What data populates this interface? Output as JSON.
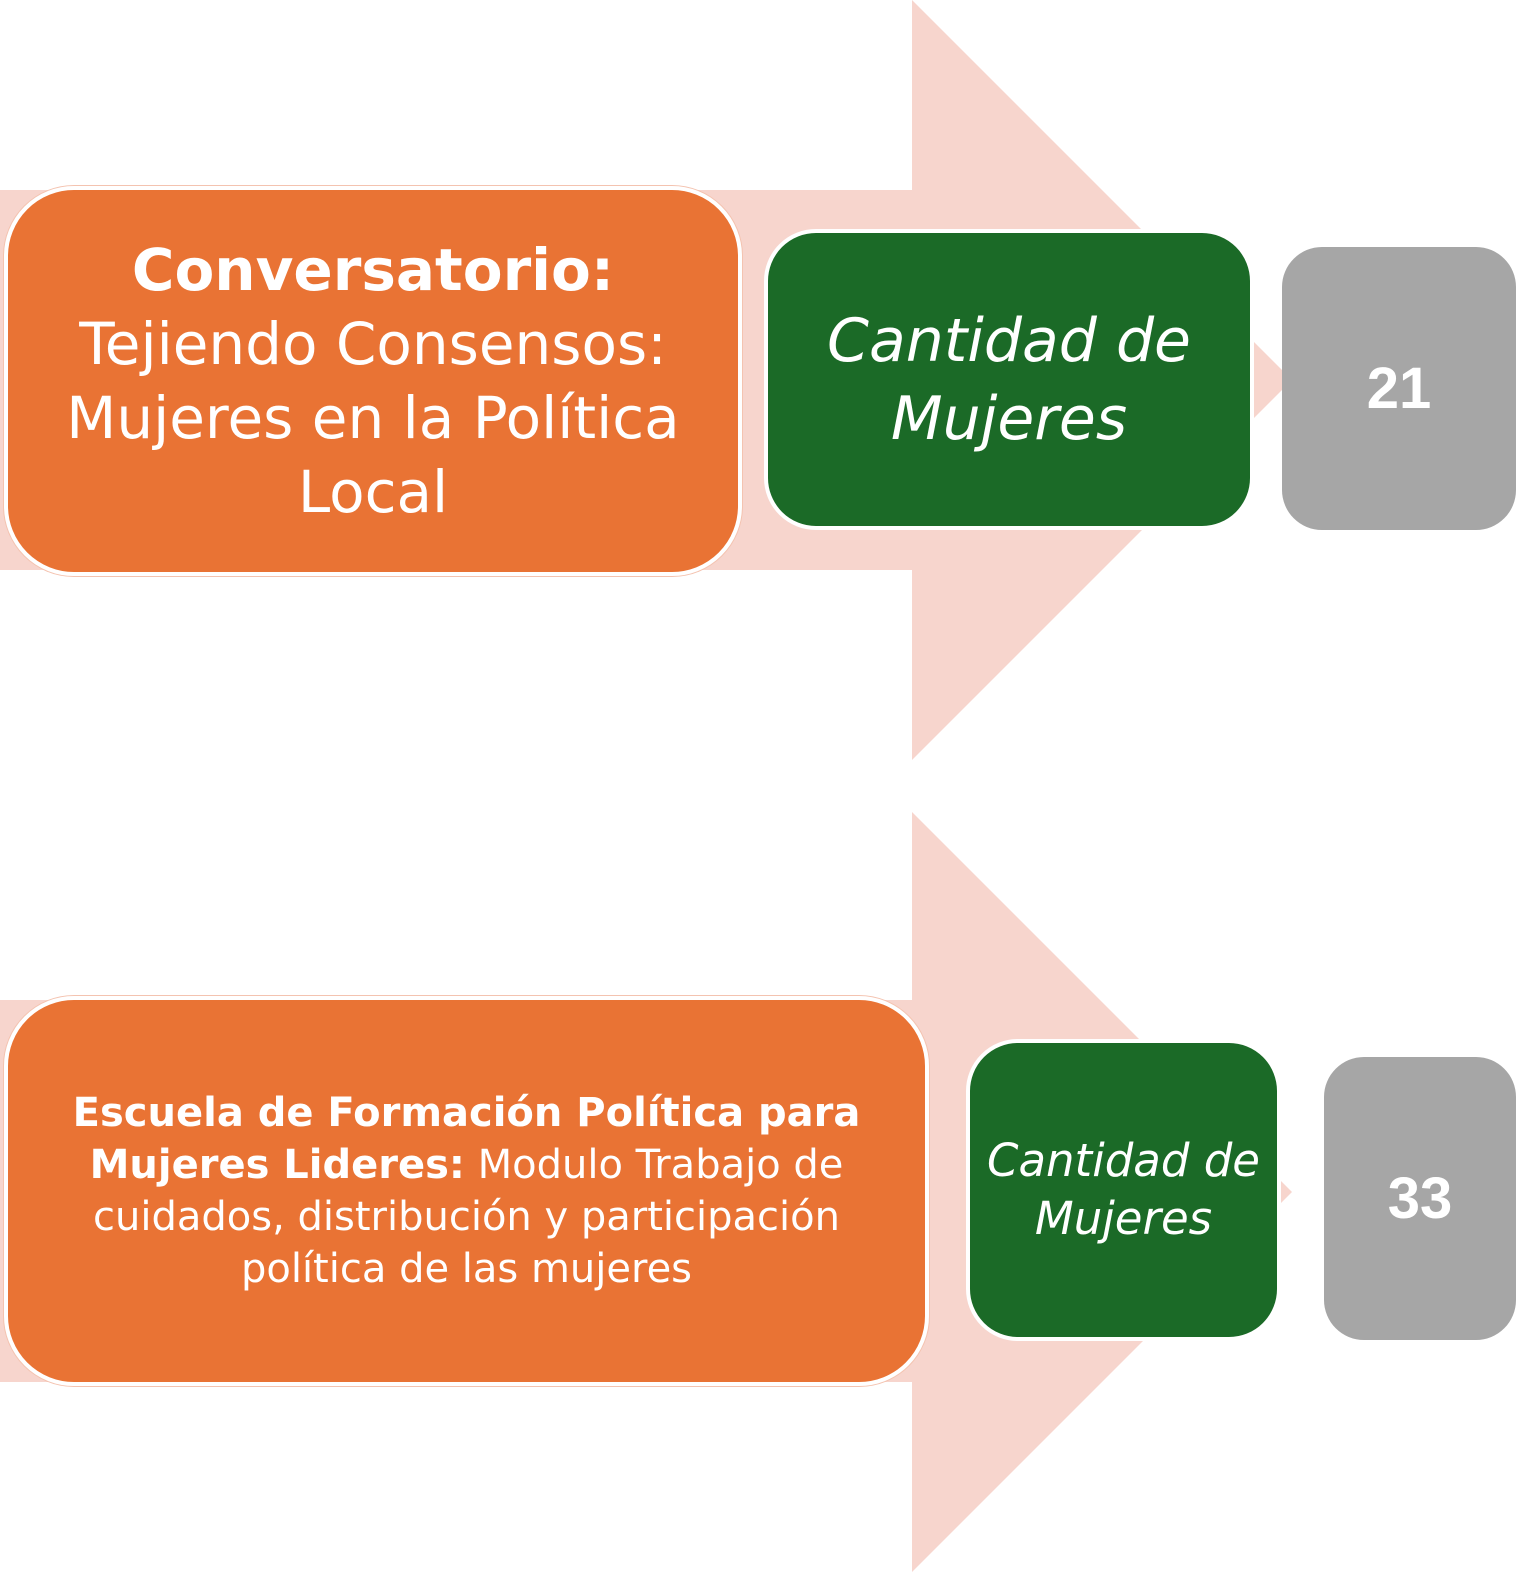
{
  "colors": {
    "arrow": "#f7d5cd",
    "orange": "#e97334",
    "green": "#1b6a27",
    "gray": "#a6a6a6",
    "text": "#ffffff"
  },
  "rows": [
    {
      "title_bold": "Conversatorio:",
      "title_rest": "Tejiendo Consensos: Mujeres en la Política Local",
      "label": "Cantidad de Mujeres",
      "value": "21"
    },
    {
      "title_bold": "Escuela de Formación Política para Mujeres Lideres:",
      "title_rest": "Modulo Trabajo de cuidados, distribución y participación política de las mujeres",
      "label": "Cantidad de Mujeres",
      "value": "33"
    }
  ]
}
